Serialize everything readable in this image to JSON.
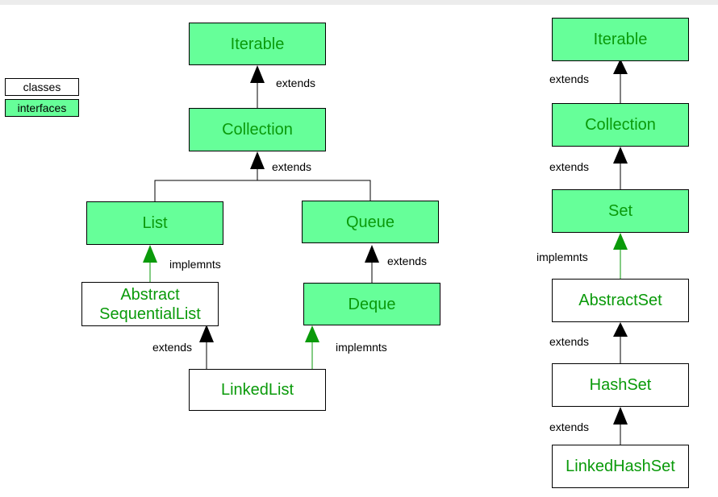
{
  "legend": {
    "classes": "classes",
    "interfaces": "interfaces"
  },
  "colors": {
    "interface_fill": "#66ff99",
    "class_fill": "#ffffff",
    "node_text": "#0a9a0a",
    "implements_arrow": "#0a9a0a",
    "extends_arrow": "#000000"
  },
  "left": {
    "iterable": "Iterable",
    "collection": "Collection",
    "list": "List",
    "queue": "Queue",
    "abstract_sequential_list": [
      "Abstract",
      "SequentialList"
    ],
    "deque": "Deque",
    "linked_list": "LinkedList",
    "labels": {
      "collection_iterable": "extends",
      "children_collection": "extends",
      "abstract_list": "implemnts",
      "deque_queue": "extends",
      "linkedlist_abstract": "extends",
      "linkedlist_deque": "implemnts"
    }
  },
  "right": {
    "iterable": "Iterable",
    "collection": "Collection",
    "set": "Set",
    "abstract_set": "AbstractSet",
    "hash_set": "HashSet",
    "linked_hash_set": "LinkedHashSet",
    "labels": {
      "collection_iterable": "extends",
      "set_collection": "extends",
      "abstractset_set": "implemnts",
      "hashset_abstractset": "extends",
      "linkedhashset_hashset": "extends"
    }
  }
}
